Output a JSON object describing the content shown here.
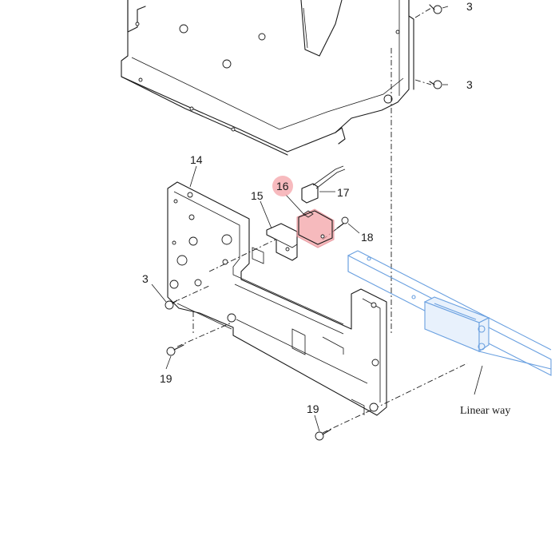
{
  "callouts": {
    "c3a": "3",
    "c3b": "3",
    "c3c": "3",
    "c14": "14",
    "c15": "15",
    "c16": "16",
    "c17": "17",
    "c18": "18",
    "c19a": "19",
    "c19b": "19"
  },
  "linear_way_label": "Linear way",
  "colors": {
    "highlight": "#f4a3a8",
    "linear_way": "#6aa0e0"
  }
}
